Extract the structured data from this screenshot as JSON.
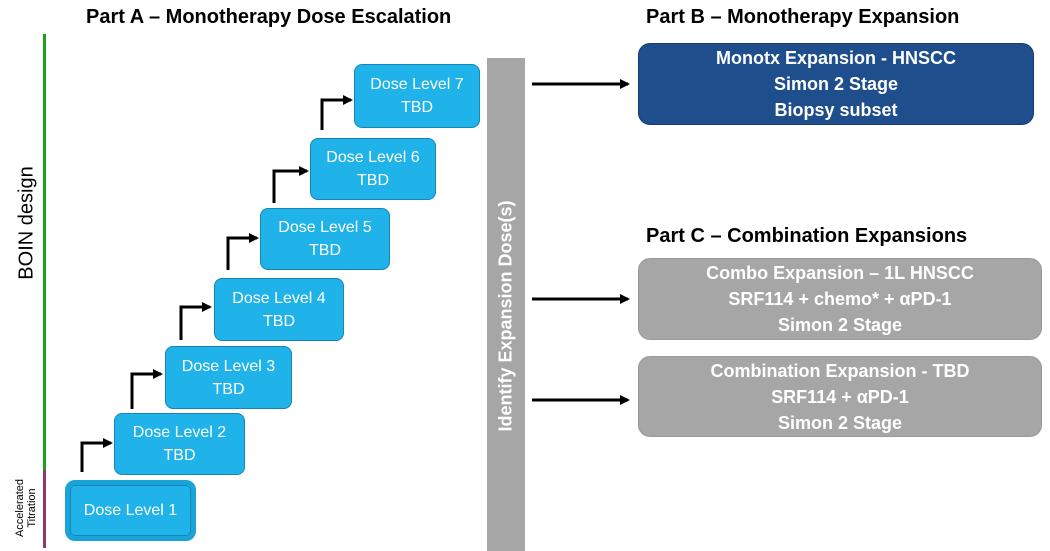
{
  "part_a_title": "Part A – Monotherapy Dose Escalation",
  "part_b_title": "Part B – Monotherapy Expansion",
  "part_c_title": "Part C – Combination Expansions",
  "side_labels": {
    "boin": "BOIN design",
    "accelerated_line1": "Accelerated",
    "accelerated_line2": "Titration"
  },
  "dose_levels": [
    {
      "name": "Dose Level 1",
      "sub": ""
    },
    {
      "name": "Dose Level 2",
      "sub": "TBD"
    },
    {
      "name": "Dose Level 3",
      "sub": "TBD"
    },
    {
      "name": "Dose Level 4",
      "sub": "TBD"
    },
    {
      "name": "Dose Level 5",
      "sub": "TBD"
    },
    {
      "name": "Dose Level 6",
      "sub": "TBD"
    },
    {
      "name": "Dose Level 7",
      "sub": "TBD"
    }
  ],
  "identify_label": "Identify  Expansion Dose(s)",
  "part_b_box": {
    "line1": "Monotx Expansion - HNSCC",
    "line2": "Simon 2 Stage",
    "line3": "Biopsy subset"
  },
  "part_c_box1": {
    "line1": "Combo Expansion – 1L HNSCC",
    "line2": "SRF114 + chemo* + αPD-1",
    "line3": "Simon 2 Stage"
  },
  "part_c_box2": {
    "line1": "Combination Expansion - TBD",
    "line2": "SRF114 + αPD-1",
    "line3": "Simon 2 Stage"
  },
  "colors": {
    "dose_blue": "#1fb3ea",
    "part_b_navy": "#1f4e8c",
    "grey": "#a6a6a6",
    "green": "#1aa31a",
    "purple": "#8b3a6b"
  }
}
